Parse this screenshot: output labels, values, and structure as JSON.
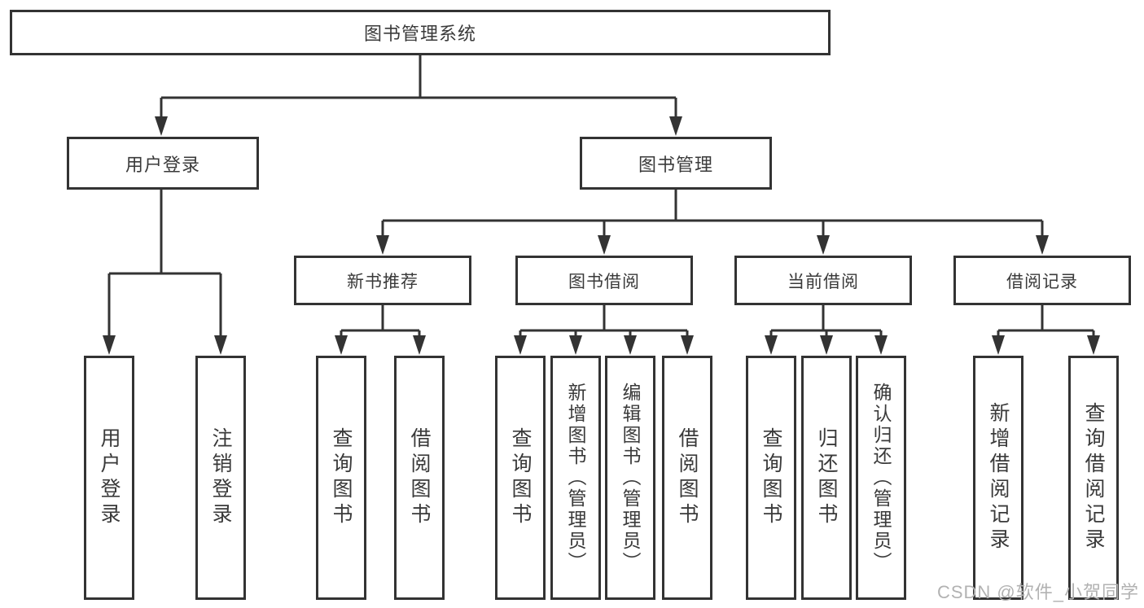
{
  "tree": {
    "root": "图书管理系统",
    "branches": [
      {
        "label": "用户登录",
        "leaves": [
          "用户登录",
          "注销登录"
        ]
      },
      {
        "label": "图书管理",
        "sections": [
          {
            "label": "新书推荐",
            "leaves": [
              "查询图书",
              "借阅图书"
            ]
          },
          {
            "label": "图书借阅",
            "leaves": [
              "查询图书",
              "新增图书（管理员）",
              "编辑图书（管理员）",
              "借阅图书"
            ]
          },
          {
            "label": "当前借阅",
            "leaves": [
              "查询图书",
              "归还图书",
              "确认归还（管理员）"
            ]
          },
          {
            "label": "借阅记录",
            "leaves": [
              "新增借阅记录",
              "查询借阅记录"
            ]
          }
        ]
      }
    ]
  },
  "watermark": "CSDN @软件_小贺同学",
  "colors": {
    "line": "#333333",
    "box_border": "#333333",
    "text": "#3a3a3a",
    "background": "#ffffff",
    "watermark": "#b2b2b2"
  }
}
